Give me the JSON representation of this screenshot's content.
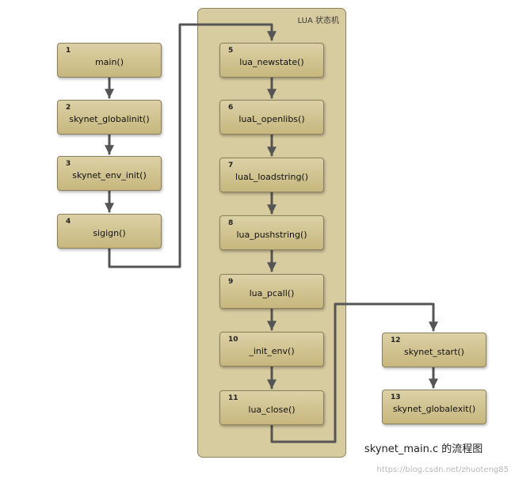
{
  "panel": {
    "title": "LUA 状态机"
  },
  "nodes": [
    {
      "num": "1",
      "label": "main()"
    },
    {
      "num": "2",
      "label": "skynet_globalinit()"
    },
    {
      "num": "3",
      "label": "skynet_env_init()"
    },
    {
      "num": "4",
      "label": "sigign()"
    },
    {
      "num": "5",
      "label": "lua_newstate()"
    },
    {
      "num": "6",
      "label": "luaL_openlibs()"
    },
    {
      "num": "7",
      "label": "luaL_loadstring()"
    },
    {
      "num": "8",
      "label": "lua_pushstring()"
    },
    {
      "num": "9",
      "label": "lua_pcall()"
    },
    {
      "num": "10",
      "label": "_init_env()"
    },
    {
      "num": "11",
      "label": "lua_close()"
    },
    {
      "num": "12",
      "label": "skynet_start()"
    },
    {
      "num": "13",
      "label": "skynet_globalexit()"
    }
  ],
  "caption": "skynet_main.c 的流程图",
  "watermark": "https://blog.csdn.net/zhuoteng85",
  "colors": {
    "node_fill": "#d6c995",
    "panel_fill": "#d7cba0",
    "connector": "#555555"
  }
}
